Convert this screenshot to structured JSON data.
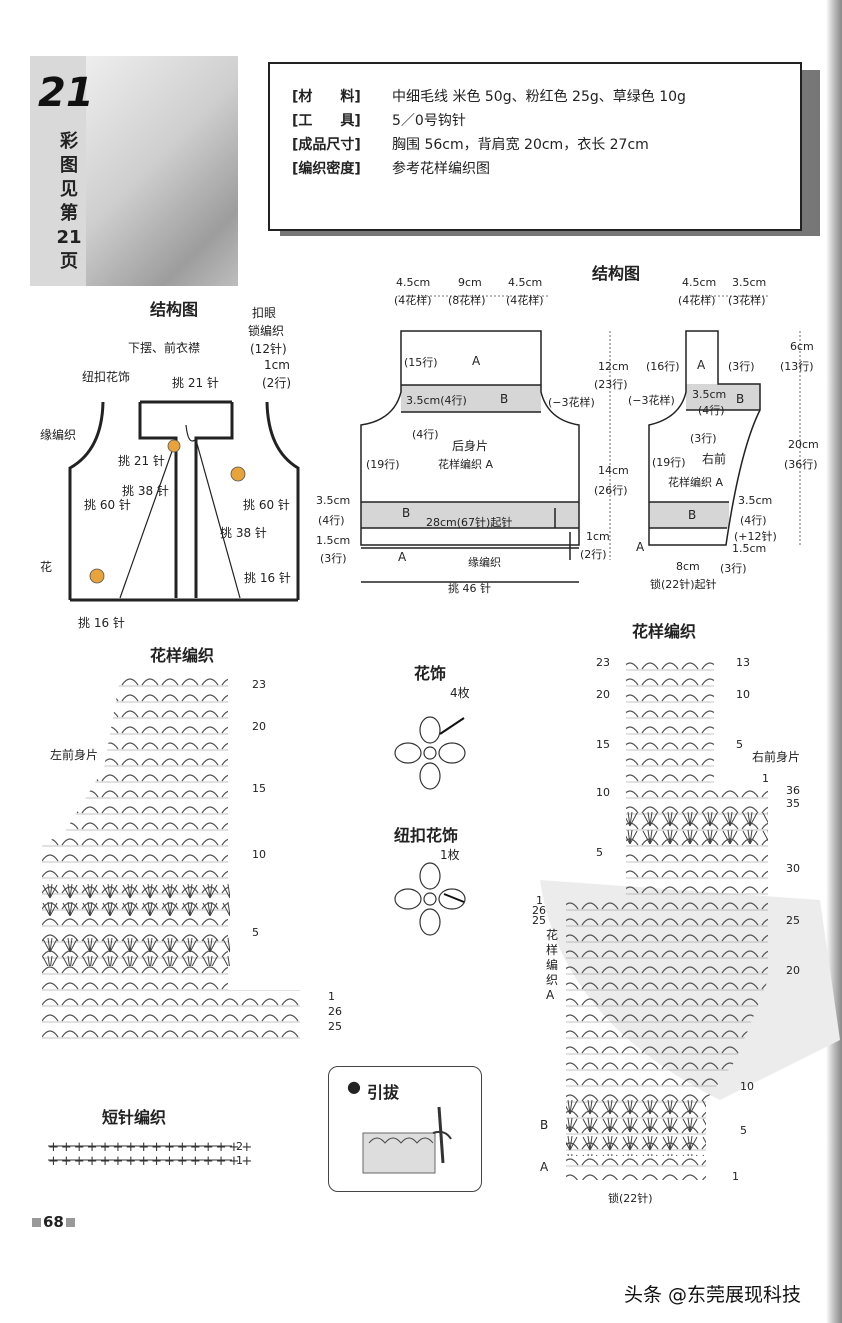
{
  "badge": {
    "number": "21",
    "vertical_text": "彩图见第21页"
  },
  "info": {
    "rows": [
      {
        "key": "[材　　料]",
        "value": "中细毛线 米色 50g、粉红色 25g、草绿色 10g"
      },
      {
        "key": "[工　　具]",
        "value": "5／0号钩针"
      },
      {
        "key": "[成品尺寸]",
        "value": "胸围 56cm，背肩宽 20cm，衣长 27cm"
      },
      {
        "key": "[编织密度]",
        "value": "参考花样编织图"
      }
    ]
  },
  "left_diagram": {
    "title": "结构图",
    "labels": {
      "hem_front": "下摆、前衣襟",
      "buttonhole": "扣眼",
      "chain": "锁编织",
      "twelve": "(12针)",
      "one_cm": "1cm",
      "two_rows": "(2行)",
      "button_flower": "纽扣花饰",
      "pick21a": "挑 21 针",
      "pick21b": "挑 21 针",
      "edging": "缘编织",
      "pick38a": "挑 38 针",
      "pick38b": "挑 38 针",
      "pick60a": "挑 60 针",
      "pick60b": "挑 60 针",
      "pick16a": "挑 16 针",
      "pick16b": "挑 16 针",
      "flower": "花"
    }
  },
  "back_diagram": {
    "title": "结构图",
    "top_dims": [
      "4.5cm",
      "9cm",
      "4.5cm"
    ],
    "top_counts": [
      "(4花样)",
      "(8花样)",
      "(4花样)"
    ],
    "rows15": "(15行)",
    "A1": "A",
    "dim_12cm": "12cm",
    "dim_23": "(23行)",
    "b_band": "3.5cm(4行)",
    "B1": "B",
    "minus3": "(−3花样)",
    "rows4": "(4行)",
    "name": "后身片",
    "pattern": "花样编织 A",
    "rows19": "(19行)",
    "dim_14cm": "14cm",
    "dim_26": "(26行)",
    "dim_35cm": "3.5cm",
    "dim_4rows": "(4行)",
    "B2": "B",
    "start": "28cm(67针)起针",
    "dim_15cm": "1.5cm",
    "dim_3rows": "(3行)",
    "A2": "A",
    "edging": "缘编织",
    "dim_1cm": "1cm",
    "dim_2rows": "(2行)",
    "pick46": "挑 46 针"
  },
  "right_struct": {
    "title": "结构图",
    "top_dims": [
      "4.5cm",
      "3.5cm"
    ],
    "top_counts": [
      "(4花样)",
      "(3花样)"
    ],
    "rows16": "(16行)",
    "A1": "A",
    "rows3a": "(3行)",
    "minus3": "(−3花样)",
    "b35": "3.5cm",
    "b4": "(4行)",
    "B1": "B",
    "rows3b": "(3行)",
    "rows19": "(19行)",
    "name": "右前",
    "pattern": "花样编织 A",
    "cm6": "6cm",
    "rows13": "(13行)",
    "cm20": "20cm",
    "rows36": "(36行)",
    "cm35": "3.5cm",
    "rows4": "(4行)",
    "plus12": "(+12针)",
    "cm15": "1.5cm",
    "B2": "B",
    "A2": "A",
    "cm8": "8cm",
    "rows3c": "(3行)",
    "start": "锁(22针)起针"
  },
  "left_chart": {
    "title": "花样编织",
    "piece": "左前身片",
    "row_marks": [
      "23",
      "20",
      "15",
      "10",
      "5",
      "1",
      "26",
      "25"
    ]
  },
  "flower": {
    "title": "花饰",
    "count": "4枚"
  },
  "button_flower": {
    "title": "纽扣花饰",
    "count": "1枚"
  },
  "right_chart": {
    "title": "花样编织",
    "piece": "右前身片",
    "right_marks": [
      "13",
      "10",
      "5",
      "1",
      "36",
      "35",
      "30",
      "25",
      "20",
      "10",
      "5",
      "1"
    ],
    "left_marks": [
      "23",
      "20",
      "15",
      "10",
      "5",
      "1",
      "26",
      "25"
    ],
    "side_text": "花样编织A",
    "B": "B",
    "A": "A",
    "chain": "锁(22针)"
  },
  "short_stitch": {
    "title": "短针编织",
    "rows": [
      "2",
      "1"
    ]
  },
  "legend": {
    "title": "引拔"
  },
  "page": {
    "number": "68"
  },
  "watermark": {
    "text": "头条 @东莞展现科技"
  }
}
